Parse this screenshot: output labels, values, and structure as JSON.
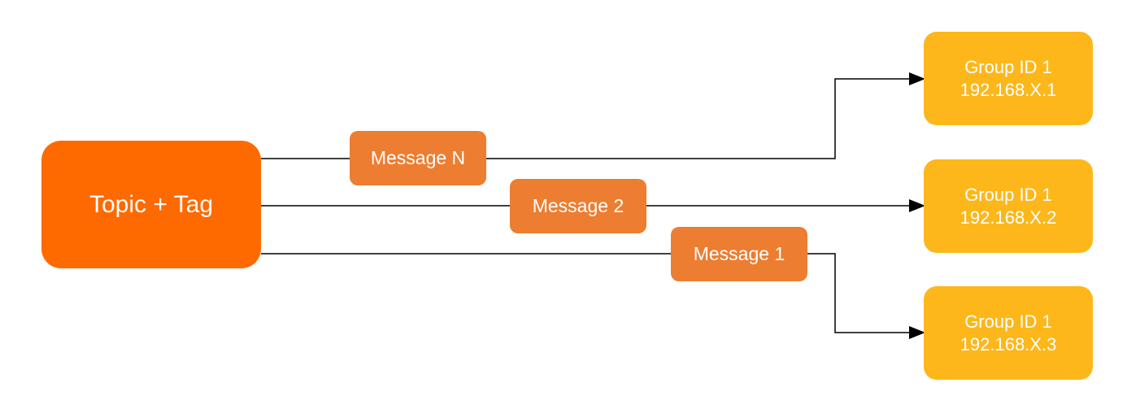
{
  "colors": {
    "source_fill": "#FF6A00",
    "message_fill": "#ED7D31",
    "group_fill": "#FDB71A",
    "line": "#000000",
    "text": "#FFFFFF"
  },
  "source": {
    "label": "Topic + Tag"
  },
  "messages": [
    {
      "label": "Message N"
    },
    {
      "label": "Message 2"
    },
    {
      "label": "Message 1"
    }
  ],
  "groups": [
    {
      "name": "Group ID 1",
      "address": "192.168.X.1"
    },
    {
      "name": "Group ID 1",
      "address": "192.168.X.2"
    },
    {
      "name": "Group ID 1",
      "address": "192.168.X.3"
    }
  ]
}
